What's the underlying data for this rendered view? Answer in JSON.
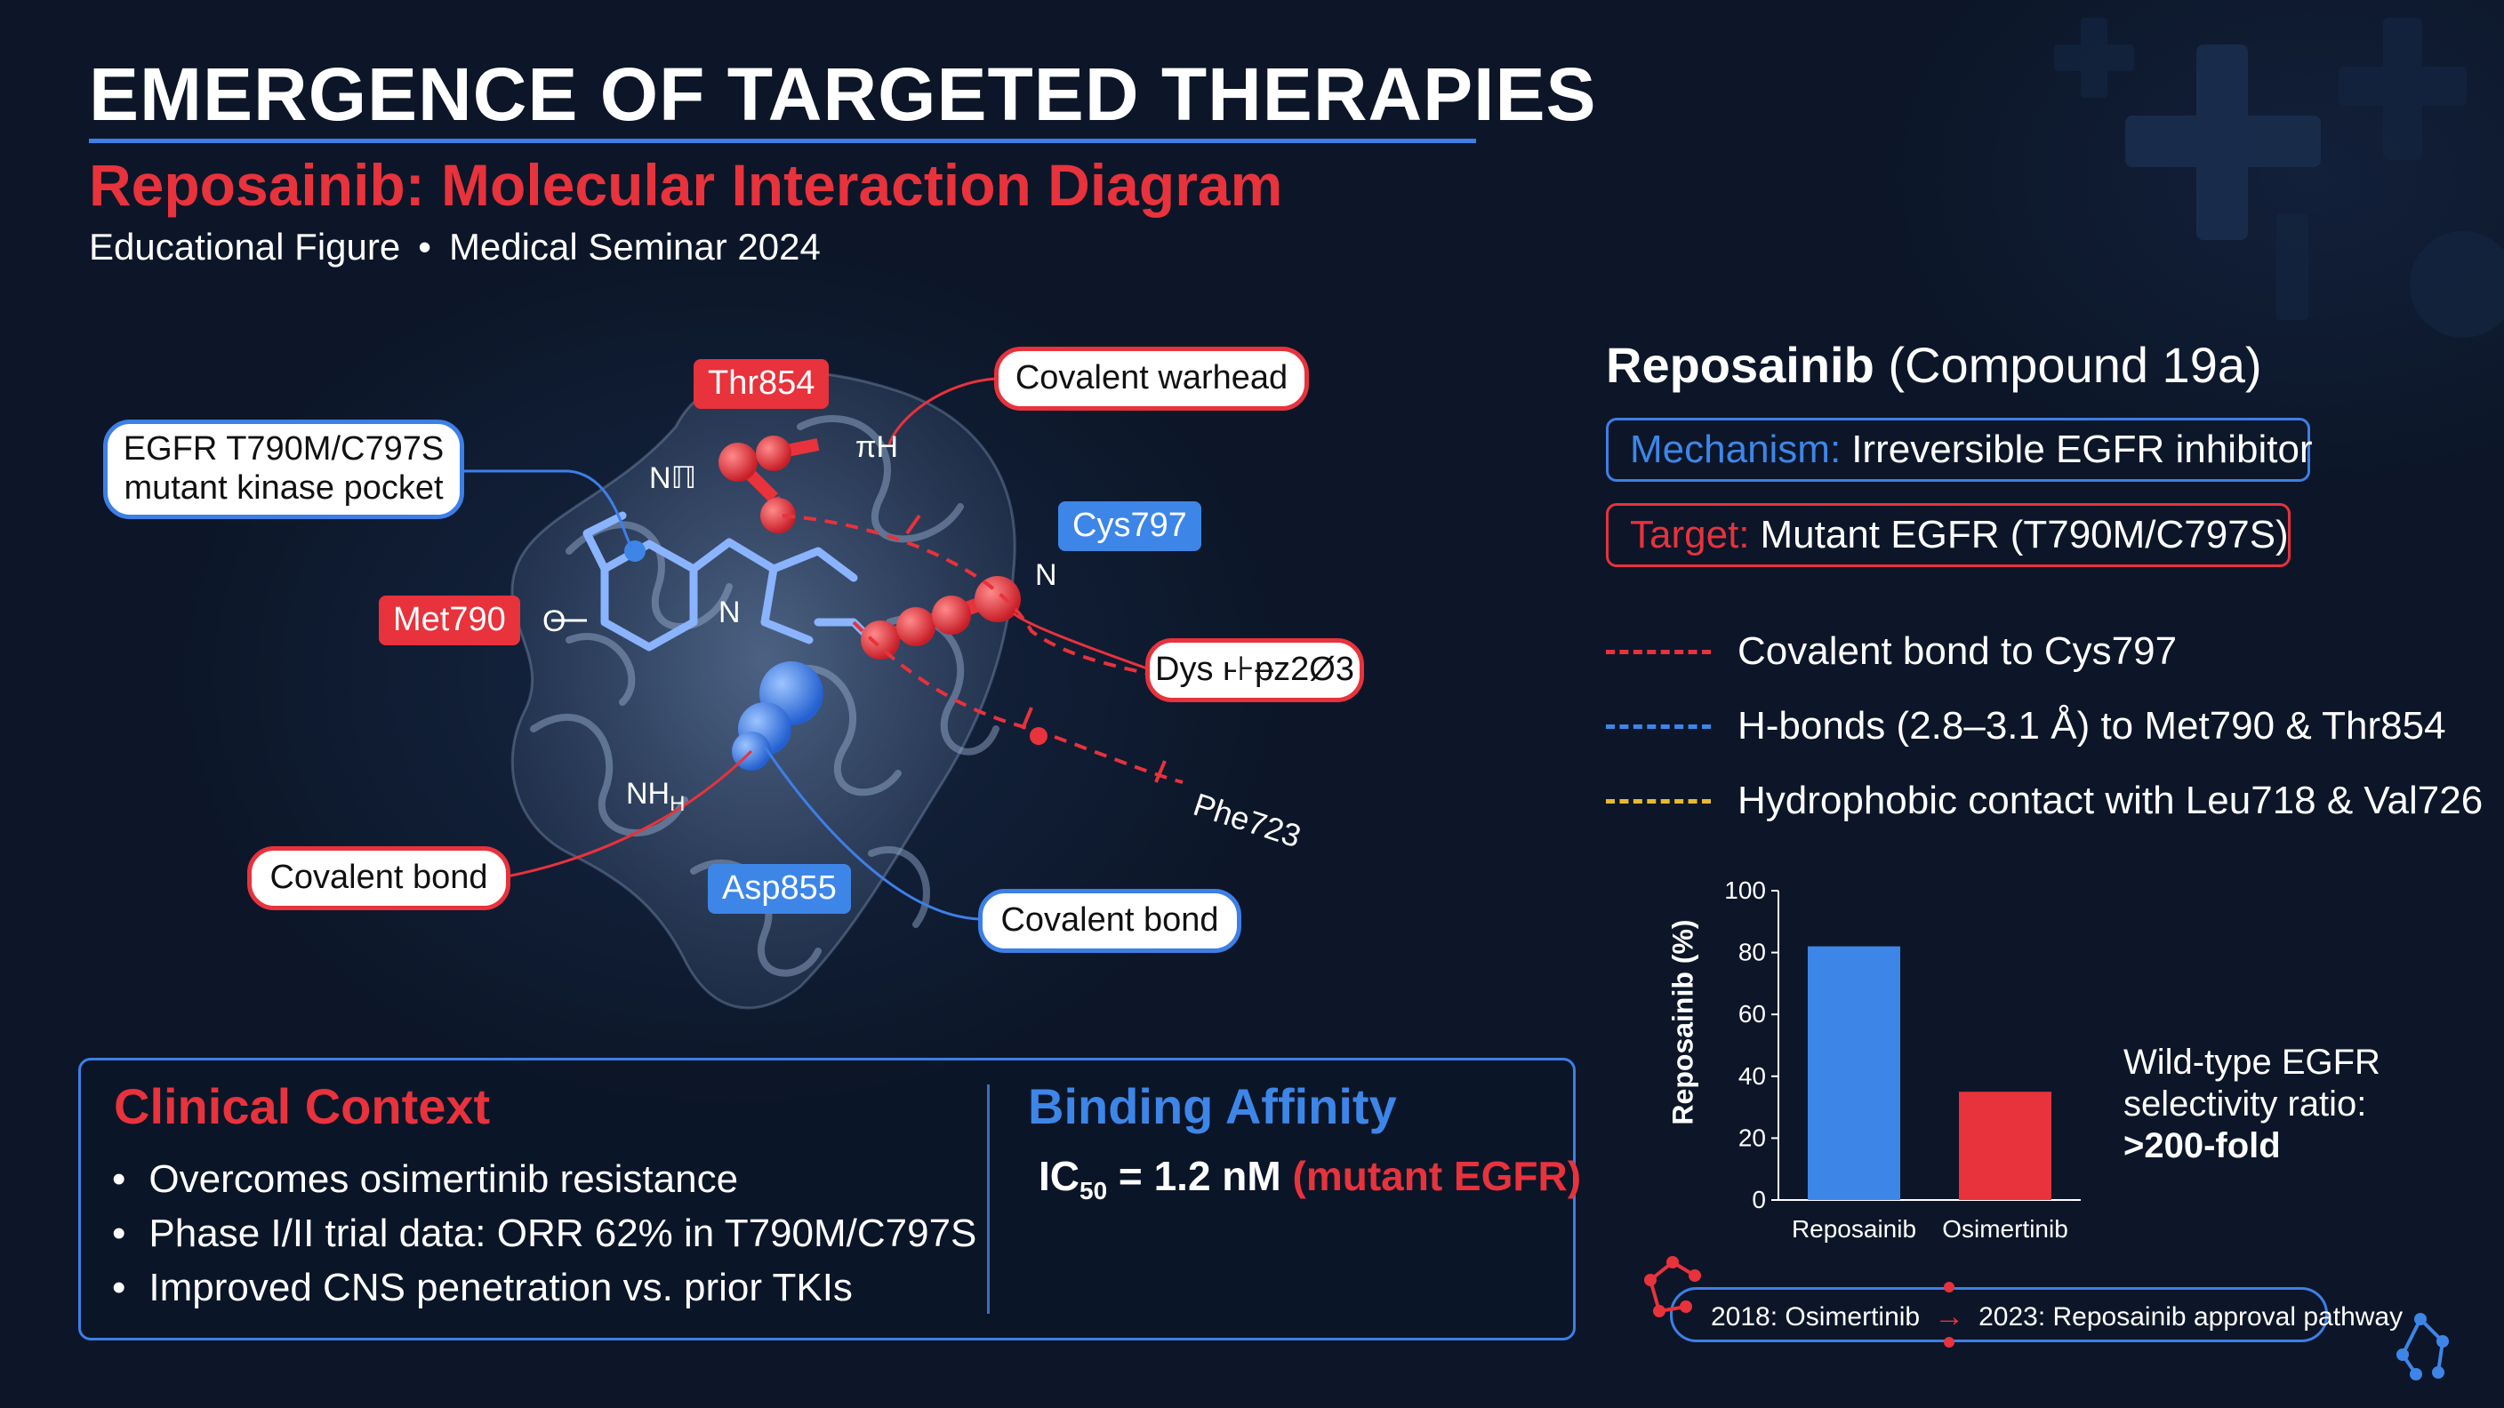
{
  "header": {
    "title": "EMERGENCE OF TARGETED THERAPIES",
    "subtitle": "Reposainib: Molecular Interaction Diagram",
    "caption_left": "Educational Figure",
    "caption_sep": "•",
    "caption_right": "Medical Seminar 2024"
  },
  "diagram": {
    "callouts": {
      "pocket_line1": "EGFR T790M/C797S",
      "pocket_line2": "mutant kinase pocket",
      "warhead": "Covalent warhead",
      "dys": "Dys ⱶ⊦ᵽz2Ø3",
      "covalent_bond_left": "Covalent bond",
      "covalent_bond_right": "Covalent bond"
    },
    "residue_tags": {
      "thr854": "Thr854",
      "cys797": "Cys797",
      "met790": "Met790",
      "asp855": "Asp855"
    },
    "atom_labels": {
      "nh_top": "Nℿ",
      "pi_h": "πH",
      "n_right": "N",
      "n_mid": "N",
      "o_left": "O",
      "nh_bottom": "NH",
      "nh_bottom_sub": "H",
      "phe723": "Phe723"
    }
  },
  "compound": {
    "name": "Reposainib",
    "code": "(Compound 19a)",
    "mechanism_key": "Mechanism:",
    "mechanism_value": "Irreversible EGFR inhibitor",
    "target_key": "Target:",
    "target_value": "Mutant EGFR (T790M/C797S)"
  },
  "legend": [
    {
      "label": "Covalent bond to Cys797",
      "color": "#e8323c"
    },
    {
      "label": "H-bonds (2.8–3.1 Å) to Met790 & Thr854",
      "color": "#3d86e8"
    },
    {
      "label": "Hydrophobic contact with Leu718 & Val726",
      "color": "#e8b830"
    }
  ],
  "clinical": {
    "title": "Clinical Context",
    "bullets": [
      "Overcomes osimertinib resistance",
      "Phase I/II trial data: ORR 62% in T790M/C797S",
      "Improved CNS penetration vs. prior TKIs"
    ],
    "binding_title": "Binding Affinity",
    "ic50_prefix": "IC",
    "ic50_sub": "50",
    "ic50_value": " = 1.2 nM ",
    "ic50_note": "(mutant EGFR)"
  },
  "chart_data": {
    "type": "bar",
    "categories": [
      "Reposainib",
      "Osimertinib"
    ],
    "values": [
      82,
      35
    ],
    "colors": [
      "#3d86e8",
      "#e8323c"
    ],
    "title": "",
    "xlabel": "",
    "ylabel": "Reposainib (%)",
    "ylim": [
      0,
      100
    ],
    "yticks": [
      0,
      20,
      40,
      60,
      80,
      100
    ],
    "grid": false
  },
  "selectivity": {
    "line1": "Wild-type EGFR",
    "line2": "selectivity ratio:",
    "value": ">200-fold"
  },
  "timeline": {
    "start": "2018: Osimertinib",
    "arrow": "→",
    "end": "2023: Reposainib approval pathway"
  },
  "colors": {
    "background": "#0c1628",
    "accent_blue": "#3d86e8",
    "accent_red": "#e8323c",
    "accent_yellow": "#e8b830"
  }
}
